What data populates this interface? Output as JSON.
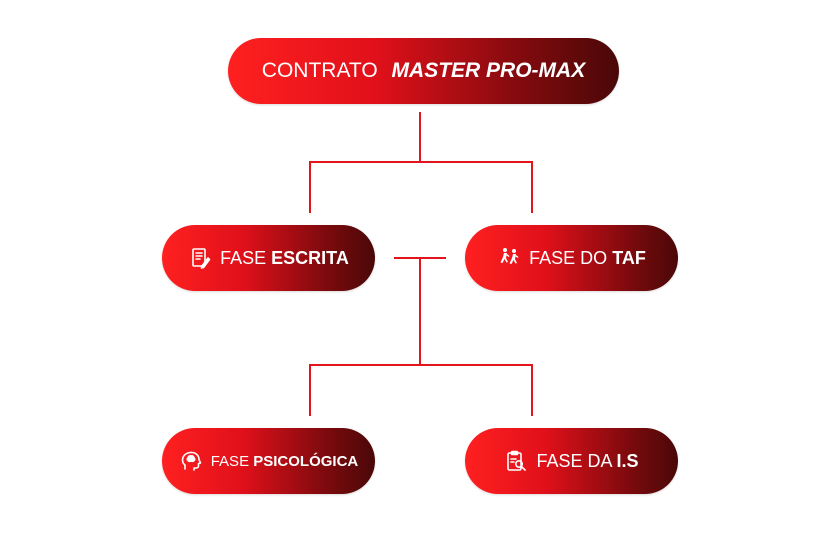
{
  "main": {
    "label_normal": "CONTRATO ",
    "label_bold": "MASTER PRO-MAX"
  },
  "phases": [
    {
      "label_normal": "FASE ",
      "label_bold": "ESCRITA",
      "icon": "document-pencil-icon"
    },
    {
      "label_normal": "FASE DO ",
      "label_bold": "TAF",
      "icon": "runners-icon"
    },
    {
      "label_normal": "FASE ",
      "label_bold": "PSICOLÓGICA",
      "icon": "head-brain-icon"
    },
    {
      "label_normal": "FASE DA ",
      "label_bold": "I.S",
      "icon": "clipboard-investigation-icon"
    }
  ],
  "colors": {
    "connector": "#e3141b",
    "gradient_start": "#ff2020",
    "gradient_end": "#4a0808",
    "text": "#ffffff"
  }
}
